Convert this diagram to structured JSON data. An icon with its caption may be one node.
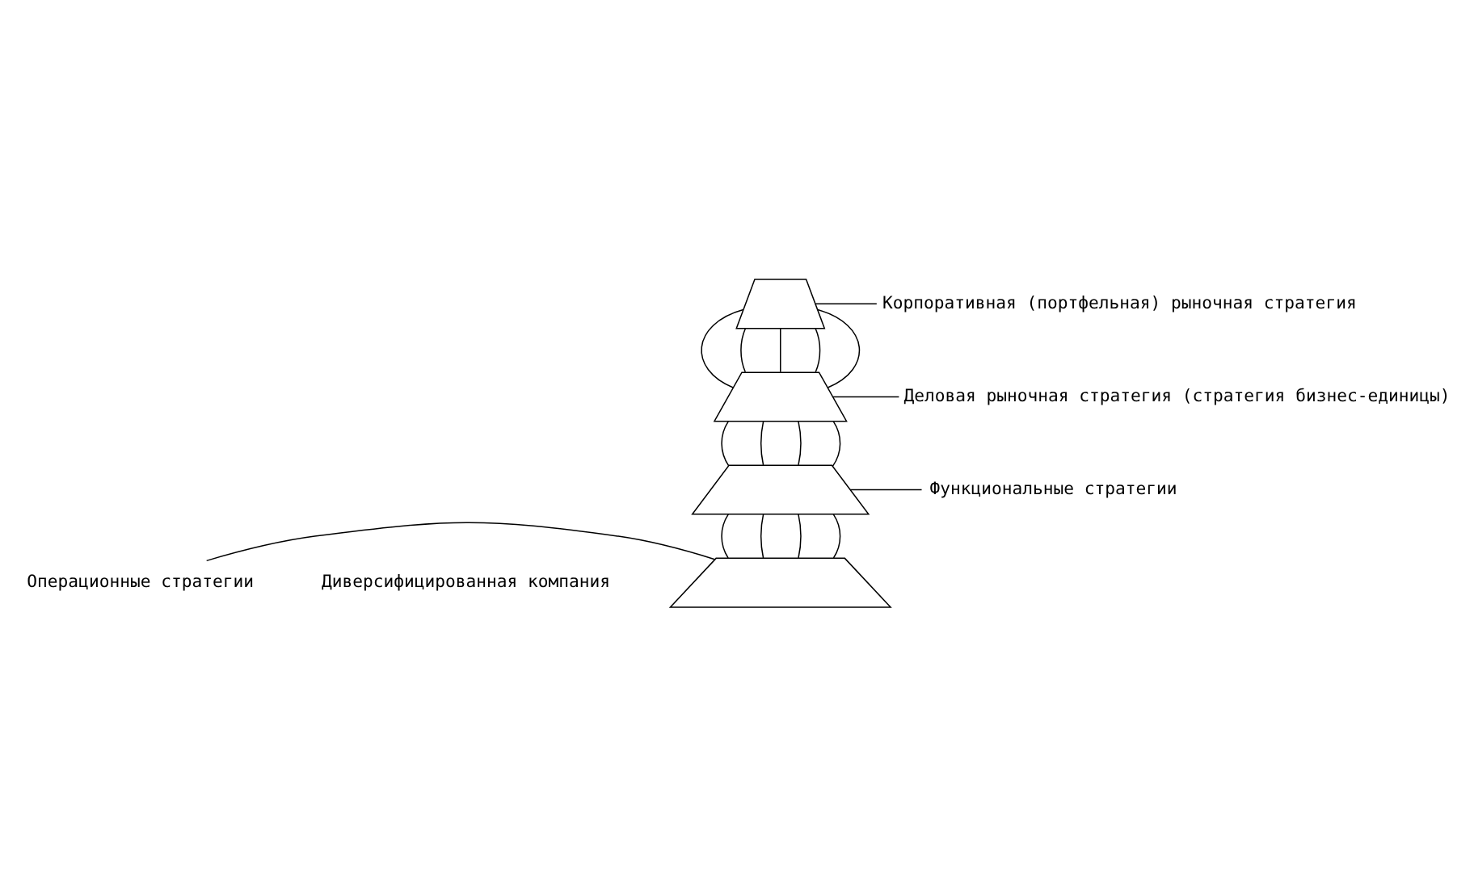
{
  "diagram": {
    "nodes": [
      {
        "text": [],
        "shape": "trapezoid"
      },
      {
        "text": [
          "Корпоративная (портфельная) рыночная стратегия"
        ]
      },
      {
        "text": [],
        "shape": "trapezoid"
      },
      {
        "text": [
          "Деловая рыночная стратегия (стратегия бизнес-единицы)"
        ]
      },
      {
        "text": [],
        "shape": "trapezoid"
      },
      {
        "text": [
          "Функциональные стратегии"
        ]
      },
      {
        "text": [],
        "shape": "trapezoid"
      },
      {
        "text": [
          "Операционные стратегии"
        ]
      }
    ],
    "edges": [
      {
        "from": 1,
        "to": 0,
        "arrow": "none"
      },
      {
        "from": 3,
        "to": 2,
        "arrow": "none"
      },
      {
        "from": 5,
        "to": 4,
        "arrow": "none"
      },
      {
        "from": 7,
        "to": 6,
        "arrow": "none"
      },
      {
        "from": 0,
        "to": 2,
        "arrow": "none"
      },
      {
        "from": 0,
        "to": 2,
        "arrow": "none"
      },
      {
        "from": 0,
        "to": 2,
        "arrow": "none"
      },
      {
        "from": 0,
        "to": 2,
        "arrow": "none"
      },
      {
        "from": 0,
        "to": 2,
        "arrow": "none"
      },
      {
        "from": 2,
        "to": 4,
        "arrow": "none"
      },
      {
        "from": 2,
        "to": 4,
        "arrow": "none"
      },
      {
        "from": 2,
        "to": 4,
        "arrow": "none"
      },
      {
        "from": 2,
        "to": 4,
        "arrow": "none"
      },
      {
        "from": 4,
        "to": 6,
        "arrow": "none"
      },
      {
        "from": 4,
        "to": 6,
        "arrow": "none"
      },
      {
        "from": 4,
        "to": 6,
        "arrow": "none"
      },
      {
        "from": 4,
        "to": 6,
        "arrow": "none"
      }
    ],
    "labels": [
      "Диверсифицированная компания"
    ]
  }
}
